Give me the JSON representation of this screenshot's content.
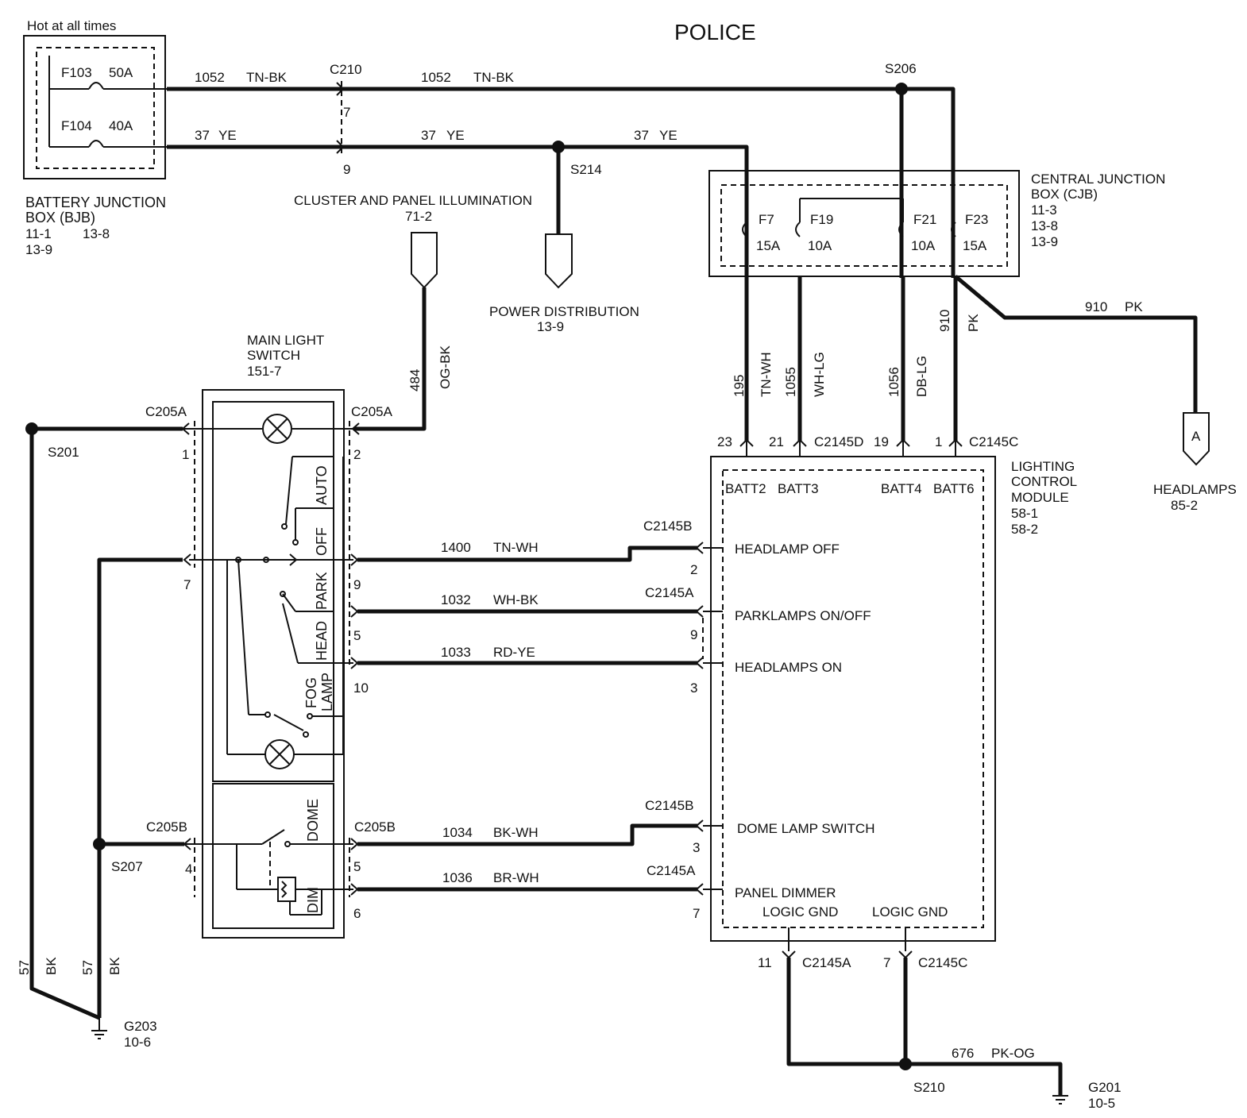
{
  "title": "POLICE",
  "bjb": {
    "hot_label": "Hot at all times",
    "f103": "F103",
    "f103_amp": "50A",
    "f104": "F104",
    "f104_amp": "40A",
    "name1": "BATTERY  JUNCTION",
    "name2": "BOX (BJB)",
    "ref1": "11-1",
    "ref2": "13-8",
    "ref3": "13-9"
  },
  "wires": {
    "w1052": "1052",
    "tnbk": "TN-BK",
    "w37": "37",
    "ye": "YE",
    "w484": "484",
    "ogbk": "OG-BK",
    "w910": "910",
    "pk": "PK",
    "w195": "195",
    "tnwh": "TN-WH",
    "w1055": "1055",
    "whlg": "WH-LG",
    "w1056": "1056",
    "dblg": "DB-LG",
    "w1400": "1400",
    "w1032": "1032",
    "whbk": "WH-BK",
    "w1033": "1033",
    "rdye": "RD-YE",
    "w1034": "1034",
    "bkwh": "BK-WH",
    "w1036": "1036",
    "brwh": "BR-WH",
    "w57": "57",
    "bk": "BK",
    "w676": "676",
    "pkog": "PK-OG"
  },
  "connectors": {
    "c210": "C210",
    "c205a": "C205A",
    "c205b": "C205B",
    "c2145a": "C2145A",
    "c2145b": "C2145B",
    "c2145c": "C2145C",
    "c2145d": "C2145D"
  },
  "splices": {
    "s206": "S206",
    "s214": "S214",
    "s201": "S201",
    "s207": "S207",
    "s210": "S210"
  },
  "pins": {
    "p7": "7",
    "p9": "9",
    "p1": "1",
    "p2": "2",
    "p4": "4",
    "p5": "5",
    "p6": "6",
    "p10": "10",
    "p3": "3",
    "p11": "11",
    "p19": "19",
    "p21": "21",
    "p23": "23"
  },
  "cluster": {
    "label": "CLUSTER AND PANEL ILLUMINATION",
    "ref": "71-2"
  },
  "power_dist": {
    "label": "POWER DISTRIBUTION",
    "ref": "13-9"
  },
  "cjb": {
    "name1": "CENTRAL  JUNCTION",
    "name2": "BOX (CJB)",
    "ref1": "11-3",
    "ref2": "13-8",
    "ref3": "13-9",
    "f7": "F7",
    "f7_amp": "15A",
    "f19": "F19",
    "f19_amp": "10A",
    "f21": "F21",
    "f21_amp": "10A",
    "f23": "F23",
    "f23_amp": "15A"
  },
  "headlamps": {
    "letter": "A",
    "label": "HEADLAMPS",
    "ref": "85-2"
  },
  "switch": {
    "name1": "MAIN  LIGHT",
    "name2": "SWITCH",
    "ref": "151-7",
    "auto": "AUTO",
    "off": "OFF",
    "park": "PARK",
    "head": "HEAD",
    "fog1": "FOG",
    "fog2": "LAMP",
    "dome": "DOME",
    "dim": "DIM"
  },
  "lcm": {
    "name1": "LIGHTING",
    "name2": "CONTROL",
    "name3": "MODULE",
    "ref1": "58-1",
    "ref2": "58-2",
    "batt2": "BATT2",
    "batt3": "BATT3",
    "batt4": "BATT4",
    "batt6": "BATT6",
    "headlamp_off": "HEADLAMP OFF",
    "parklamps": "PARKLAMPS ON/OFF",
    "headlamps_on": "HEADLAMPS ON",
    "dome_switch": "DOME LAMP SWITCH",
    "panel_dimmer": "PANEL DIMMER",
    "logic_gnd": "LOGIC GND"
  },
  "grounds": {
    "g203": "G203",
    "g203_ref": "10-6",
    "g201": "G201",
    "g201_ref": "10-5"
  }
}
